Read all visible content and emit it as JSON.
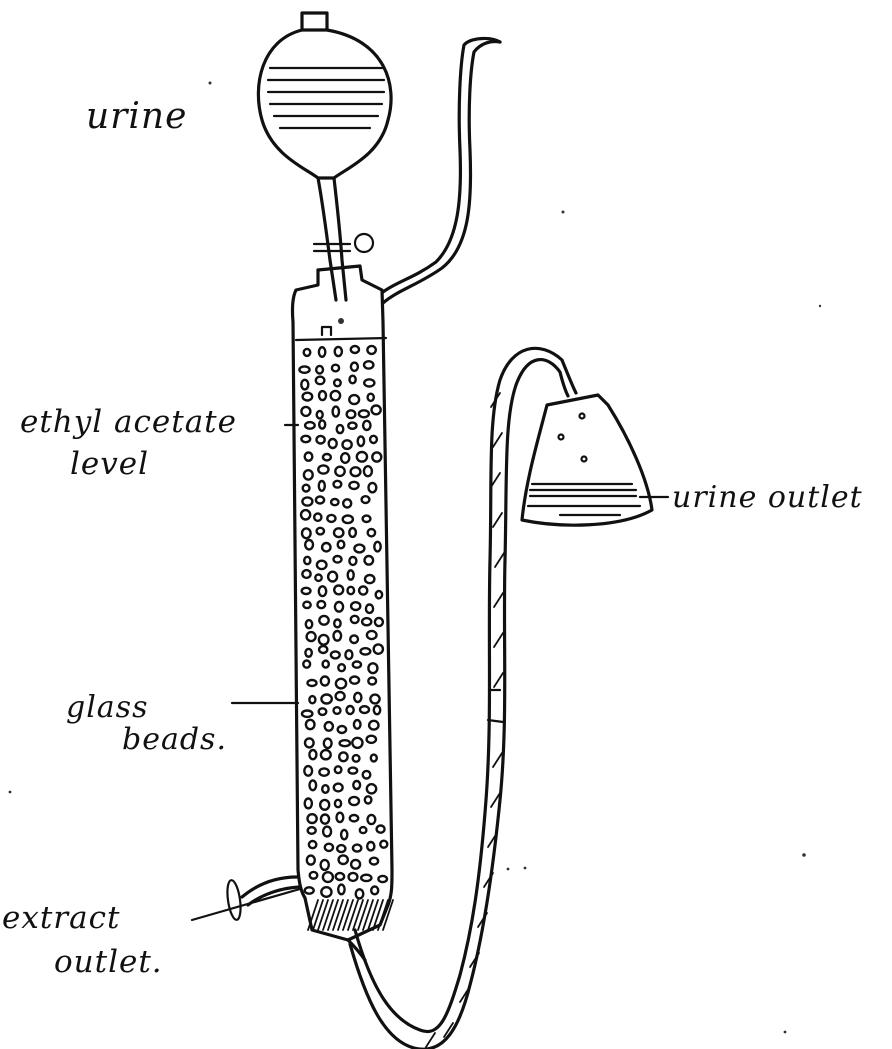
{
  "labels": {
    "urine": "urine",
    "ethyl_acetate_line1": "ethyl acetate",
    "ethyl_acetate_line2": "level",
    "urine_outlet": "urine outlet",
    "glass_beads_line1": "glass",
    "glass_beads_line2": "beads.",
    "extract_outlet_line1": "extract",
    "extract_outlet_line2": "outlet."
  },
  "colors": {
    "ink": "#111111",
    "paper": "#ffffff"
  }
}
